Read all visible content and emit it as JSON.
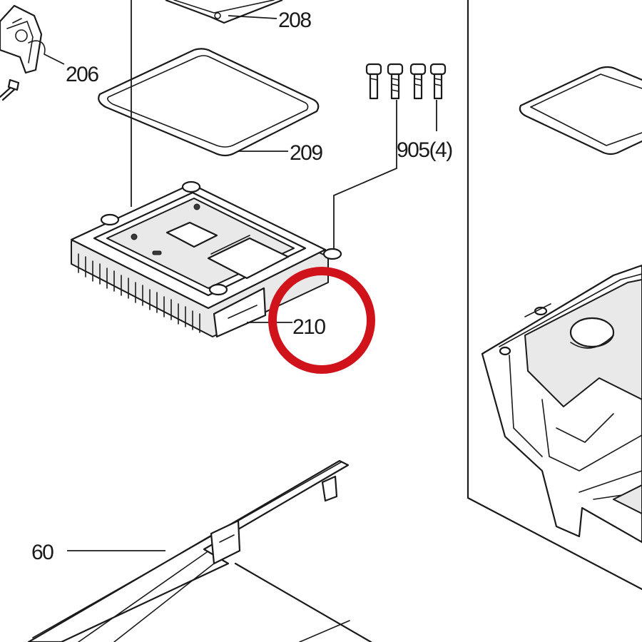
{
  "labels": {
    "part_206": "206",
    "part_208": "208",
    "part_209": "209",
    "part_905": "905(4)",
    "part_210": "210",
    "part_60": "60"
  },
  "colors": {
    "highlight": "#d0121b",
    "ink": "#1a1a1a",
    "background": "#ffffff"
  }
}
